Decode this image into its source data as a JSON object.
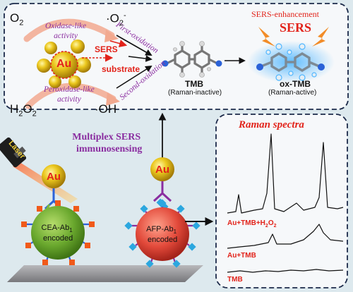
{
  "colors": {
    "background": "#dde9ee",
    "accent_red": "#e2231a",
    "accent_purple": "#8a2da0",
    "gold": "#e6c21b",
    "cea_green": "#69a82d",
    "afp_red": "#e24a3c",
    "cyan": "#2ca7df",
    "orange": "#f28c28"
  },
  "top_panel": {
    "o2": "O",
    "o2_sub": "2",
    "superoxide": "·O",
    "superoxide_sub": "2",
    "superoxide_sup": "-",
    "h2o2_a": "H",
    "h2o2_sub1": "2",
    "h2o2_b": "O",
    "h2o2_sub2": "2",
    "hydroxyl": "·OH",
    "oxidase_line1": "Oxidase-like",
    "oxidase_line2": "activity",
    "peroxidase_line1": "Peroxidase-like",
    "peroxidase_line2": "activity",
    "au": "Au",
    "sers_substrate_line1": "SERS",
    "sers_substrate_line2": "substrate",
    "first_oxidation": "First-oxidation",
    "second_oxidation": "Second-oxidation",
    "tmb_name": "TMB",
    "tmb_desc": "(Raman-inactive)",
    "oxtmb_name": "ox-TMB",
    "oxtmb_desc": "(Raman-active)",
    "sers_enhancement": "SERS-enhancement",
    "sers_big": "SERS"
  },
  "bottom_panel": {
    "laser": "Laser",
    "multiplex_line1": "Multiplex SERS",
    "multiplex_line2": "immunosensing",
    "au_left": "Au",
    "au_right": "Au",
    "cea_line1": "CEA-Ab",
    "cea_sub": "1",
    "cea_line2": "encoded",
    "afp_line1": "AFP-Ab",
    "afp_sub": "1",
    "afp_line2": "encoded"
  },
  "raman_panel": {
    "title": "Raman spectra",
    "trace1_a": "Au+TMB+H",
    "trace1_sub1": "2",
    "trace1_b": "O",
    "trace1_sub2": "2",
    "trace2": "Au+TMB",
    "trace3": "TMB"
  }
}
